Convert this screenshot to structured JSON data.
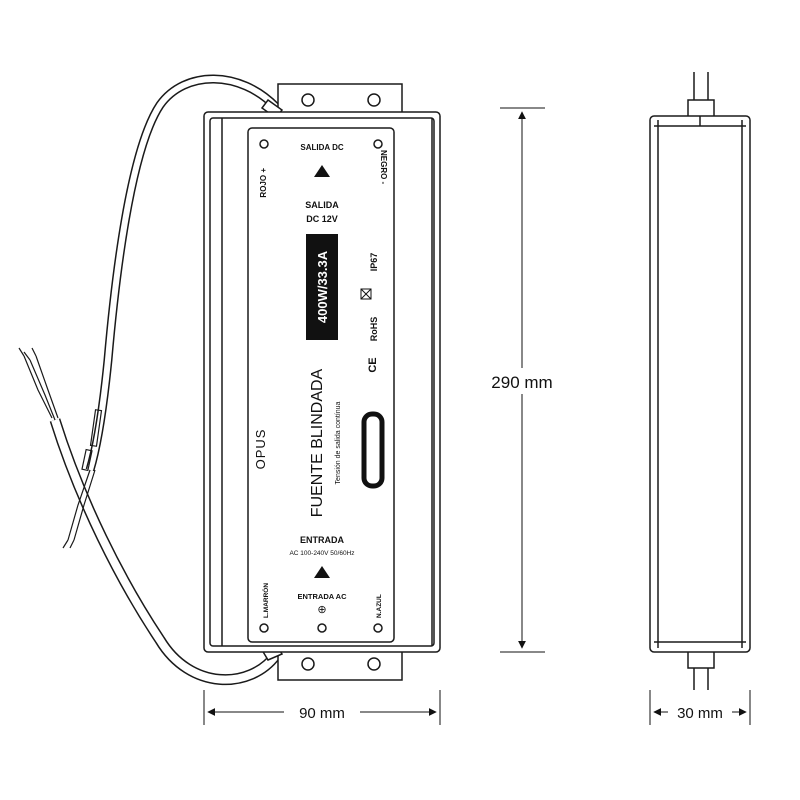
{
  "label": {
    "salida_dc": "SALIDA DC",
    "rojo": "ROJO +",
    "negro": "NEGRO -",
    "salida": "SALIDA",
    "dc_voltage": "DC 12V",
    "rating": "400W/33.3A",
    "ip": "IP67",
    "rohs": "RoHS",
    "ce": "CE",
    "product_name": "FUENTE BLINDADA",
    "product_subtitle": "Tensión de salida contínua",
    "brand": "OPUS",
    "entrada": "ENTRADA",
    "input_range": "AC 100-240V 50/60Hz",
    "entrada_ac": "ENTRADA AC",
    "l_marron": "L.MARRÓN",
    "n_azul": "N.AZUL"
  },
  "dimensions": {
    "height": "290 mm",
    "width": "90 mm",
    "depth": "30 mm"
  },
  "colors": {
    "line": "#1a1a1a",
    "panel_fill": "#ffffff",
    "rating_box": "#111111",
    "rating_text": "#ffffff",
    "cable_fill": "#ffffff"
  }
}
